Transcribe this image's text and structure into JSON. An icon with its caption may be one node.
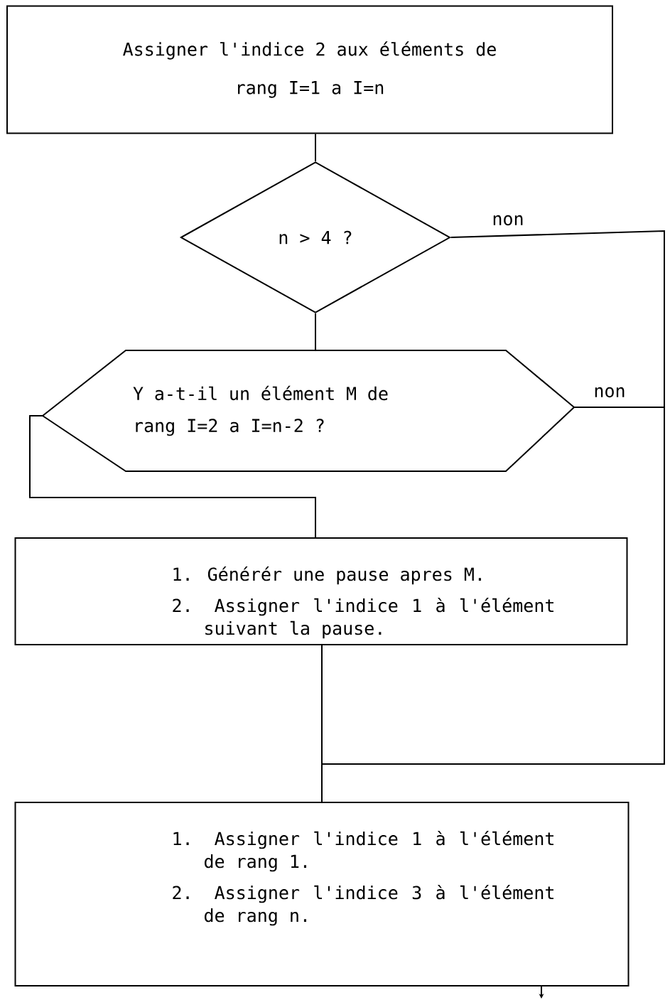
{
  "diagram": {
    "nodes": [
      {
        "text": [
          "Assigner l'indice 2 aux éléments de rang I=1 a I=n"
        ]
      },
      {
        "text": [
          "n > 4 ?"
        ]
      },
      {
        "text": [
          "Y a-t-il un élément M de rang I=2 a I=n-2 ?"
        ]
      },
      {
        "text": [
          "1. Générér une pause apres M.",
          "2. Assigner l'indice 1 à l'élément suivant la pause."
        ]
      },
      {
        "text": [
          "1. Assigner l'indice 1 à l'élément de rang 1.",
          "2. Assigner l'indice 3 à l'élément de rang n."
        ]
      }
    ],
    "edges": [
      {
        "from": 0,
        "to": 1,
        "arrow": "none"
      },
      {
        "from": 1,
        "to": 2,
        "arrow": "none"
      },
      {
        "from": 1,
        "to": 4,
        "arrow": "none",
        "label": "non"
      },
      {
        "from": 2,
        "to": 4,
        "arrow": "none",
        "label": "non"
      },
      {
        "from": 2,
        "to": 3,
        "arrow": "none"
      },
      {
        "from": 3,
        "to": 4,
        "arrow": "none"
      },
      {
        "from": 4,
        "to": null,
        "arrow": "to"
      }
    ]
  }
}
